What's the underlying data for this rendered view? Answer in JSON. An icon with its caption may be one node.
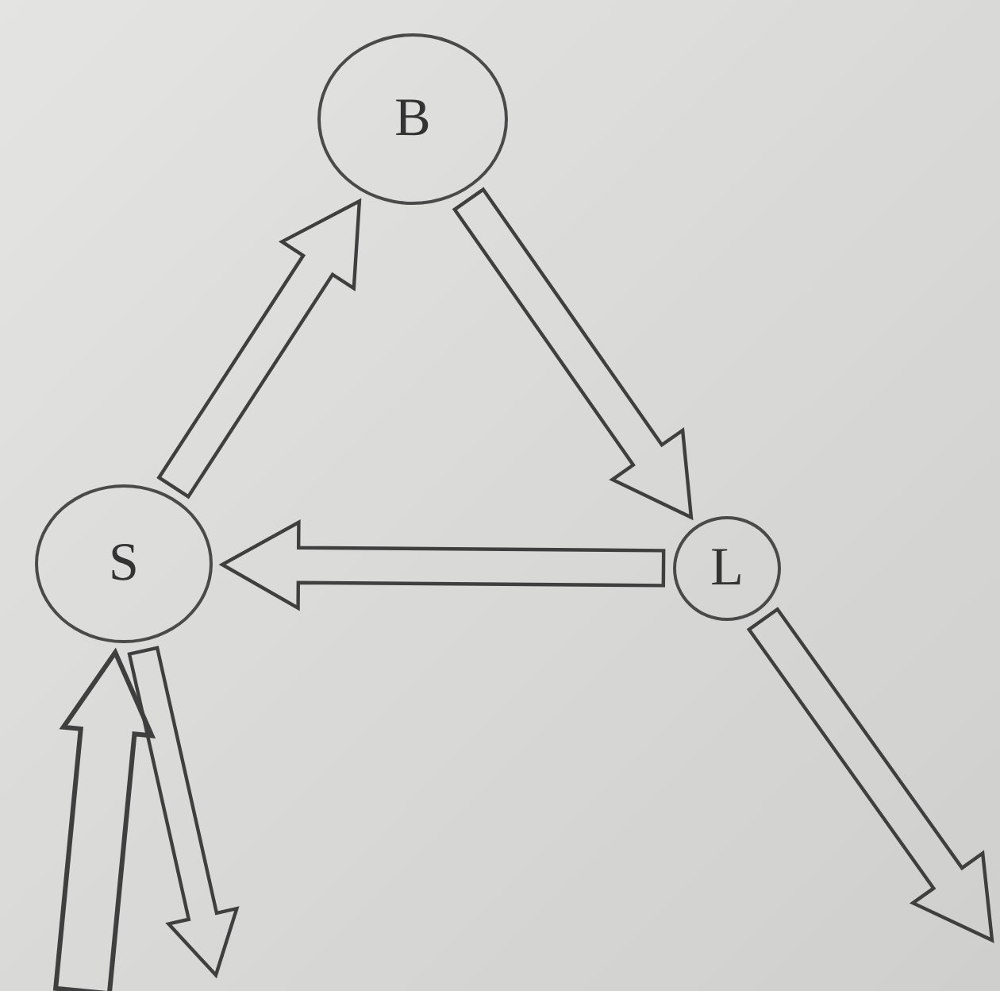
{
  "diagram": {
    "nodes": [
      {
        "text": [
          "B"
        ]
      },
      {
        "text": [
          "S"
        ]
      },
      {
        "text": [
          "L"
        ]
      }
    ],
    "edges": [
      {
        "from": 1,
        "to": 0,
        "arrow": "to"
      },
      {
        "from": 0,
        "to": 2,
        "arrow": "to"
      },
      {
        "from": 2,
        "to": 1,
        "arrow": "to"
      },
      {
        "from": 2,
        "to": null,
        "arrow": "to"
      },
      {
        "from": null,
        "to": 1,
        "arrow": "to",
        "style": "thick"
      },
      {
        "from": 1,
        "to": null,
        "arrow": "to"
      }
    ]
  }
}
